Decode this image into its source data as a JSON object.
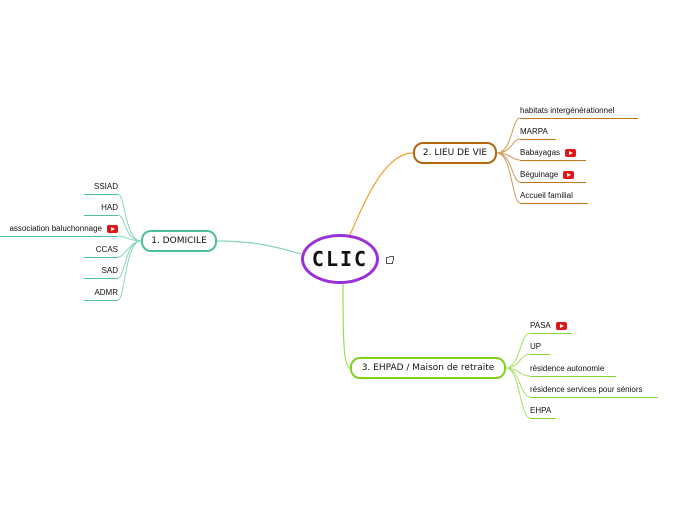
{
  "central": {
    "label": "CLIC"
  },
  "branches": {
    "domicile": {
      "label": "1. DOMICILE",
      "color": "#4dbe9e",
      "items": [
        "SSIAD",
        "HAD",
        "association baluchonnage",
        "CCAS",
        "SAD",
        "ADMR"
      ]
    },
    "lieu": {
      "label": "2. LIEU DE VIE",
      "color": "#b0670e",
      "items": [
        "habitats intergénérationnel",
        "MARPA",
        "Babayagas",
        "Béguinage",
        "Accueil familial"
      ]
    },
    "ehpad": {
      "label": "3. EHPAD / Maison de retraite",
      "color": "#7ed21c",
      "items": [
        "PASA",
        "UP",
        "résidence autonomie",
        "résidence services pour séniors",
        "EHPA"
      ]
    }
  },
  "icons": {
    "video": "youtube-icon",
    "open": "open-external-icon"
  },
  "colors": {
    "central_border": "#9b30d9",
    "orange_link": "#f0a030"
  }
}
